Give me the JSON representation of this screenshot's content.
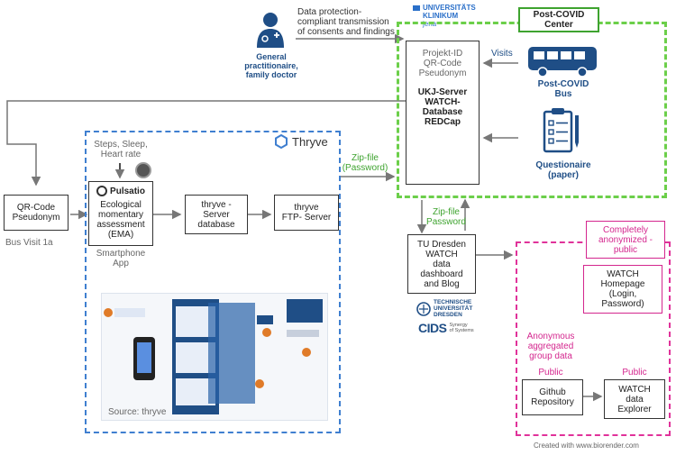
{
  "gp": {
    "label_line1": "General",
    "label_line2": "practitionaire,",
    "label_line3": "family doctor",
    "transmission_line1": "Data protection-",
    "transmission_line2": "compliant transmission",
    "transmission_line3": "of consents and findings"
  },
  "ukj": {
    "logo_line1": "UNIVERSITÄTS",
    "logo_line2": "KLINIKUM",
    "logo_line3": "jena",
    "meta_line1": "Projekt-ID",
    "meta_line2": "QR-Code",
    "meta_line3": "Pseudonym",
    "server_line1": "UKJ-Server",
    "server_line2": "WATCH-",
    "server_line3": "Database",
    "server_line4": "REDCap"
  },
  "post_covid": {
    "center_line1": "Post-COVID",
    "center_line2": "Center",
    "visits": "Visits",
    "bus_line1": "Post-COVID",
    "bus_line2": "Bus",
    "quest_line1": "Questionaire",
    "quest_line2": "(paper)"
  },
  "thryve": {
    "brand": "Thryve",
    "sensors_line1": "Steps, Sleep,",
    "sensors_line2": "Heart rate",
    "pulsatio": "Pulsatio",
    "ema_line1": "Ecological",
    "ema_line2": "momentary",
    "ema_line3": "assessment",
    "ema_line4": "(EMA)",
    "smartphone_line1": "Smartphone",
    "smartphone_line2": "App",
    "server_line1": "thryve -",
    "server_line2": "Server",
    "server_line3": "database",
    "ftp_line1": "thryve",
    "ftp_line2": "FTP- Server",
    "source": "Source: thryve"
  },
  "zip": {
    "upper_line1": "Zip-file",
    "upper_line2": "(Password)",
    "lower_line1": "Zip-file",
    "lower_line2": "Password"
  },
  "qr": {
    "line1": "QR-Code",
    "line2": "Pseudonym",
    "bus_visit": "Bus Visit 1a"
  },
  "tud": {
    "line1": "TU Dresden",
    "line2": "WATCH",
    "line3": "data",
    "line4": "dashboard",
    "line5": "and Blog",
    "logo_line1": "TECHNISCHE",
    "logo_line2": "UNIVERSITÄT",
    "logo_line3": "DRESDEN",
    "cids": "CIDS",
    "cids_sub_line1": "Synergy",
    "cids_sub_line2": "of Systems"
  },
  "public_area": {
    "anon_line1": "Completely",
    "anon_line2": "anonymized -",
    "anon_line3": "public",
    "homepage_line1": "WATCH",
    "homepage_line2": "Homepage",
    "homepage_line3": "(Login,",
    "homepage_line4": "Password)",
    "agg_line1": "Anonymous",
    "agg_line2": "aggregated",
    "agg_line3": "group data",
    "public_left": "Public",
    "public_right": "Public",
    "github_line1": "Github",
    "github_line2": "Repository",
    "explorer_line1": "WATCH",
    "explorer_line2": "data",
    "explorer_line3": "Explorer"
  },
  "credit": "Created with www.biorender.com",
  "colors": {
    "blue_dash": "#3f7fd0",
    "green_dash": "#6ccf4a",
    "pink_dash": "#e0329a",
    "navy_icon": "#1f4e86",
    "green_text": "#3ea32f"
  }
}
